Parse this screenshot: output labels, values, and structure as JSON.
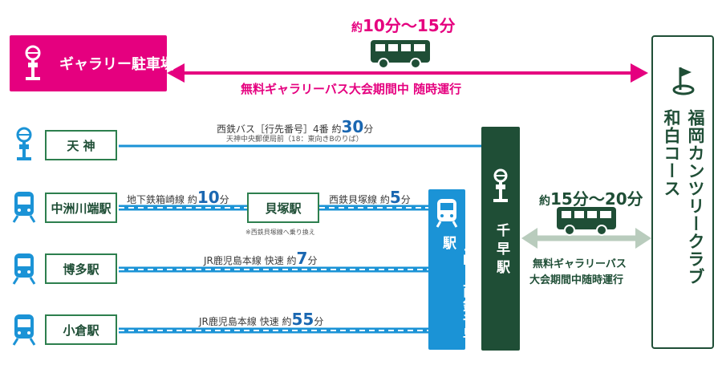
{
  "gallery": {
    "name": "ギャラリー駐車場",
    "duration_prefix": "約",
    "duration_value": "10分〜15分",
    "shuttle_note": "無料ギャラリーバス大会期間中 随時運行"
  },
  "club": {
    "line1": "福岡カンツリークラブ",
    "line2": "和白コース"
  },
  "chihaya": {
    "name": "千早駅"
  },
  "jr": {
    "name": "JR・西鉄千早駅"
  },
  "shuttle": {
    "duration_prefix": "約",
    "duration_value": "15分〜20分",
    "note_line1": "無料ギャラリーバス",
    "note_line2": "大会期間中随時運行"
  },
  "origins": [
    {
      "name": "天 神"
    },
    {
      "name": "中洲川端駅"
    },
    {
      "name": "博多駅"
    },
    {
      "name": "小倉駅"
    }
  ],
  "kaizuka": {
    "name": "貝塚駅",
    "note": "※西鉄貝塚線へ乗り換え"
  },
  "routes": {
    "tenjin": {
      "label": "西鉄バス［行先番号］4番 約",
      "minutes": "30",
      "unit": "分",
      "sub": "天神中央郵便局前（18：東向きBのりば）"
    },
    "nakasu1": {
      "label": "地下鉄箱崎線 約",
      "minutes": "10",
      "unit": "分"
    },
    "nakasu2": {
      "label": "西鉄貝塚線 約",
      "minutes": "5",
      "unit": "分"
    },
    "hakata": {
      "label": "JR鹿児島本線 快速 約",
      "minutes": "7",
      "unit": "分"
    },
    "kokura": {
      "label": "JR鹿児島本線 快速 約",
      "minutes": "55",
      "unit": "分"
    }
  },
  "colors": {
    "pink": "#e5007f",
    "dark_green": "#1f4e36",
    "blue": "#1b93d6",
    "gray_arrow": "#b9ccbd",
    "box_border": "#2d7f4e"
  },
  "icons": [
    "bus-stop-icon",
    "bus-icon",
    "train-icon",
    "golf-flag-icon"
  ]
}
